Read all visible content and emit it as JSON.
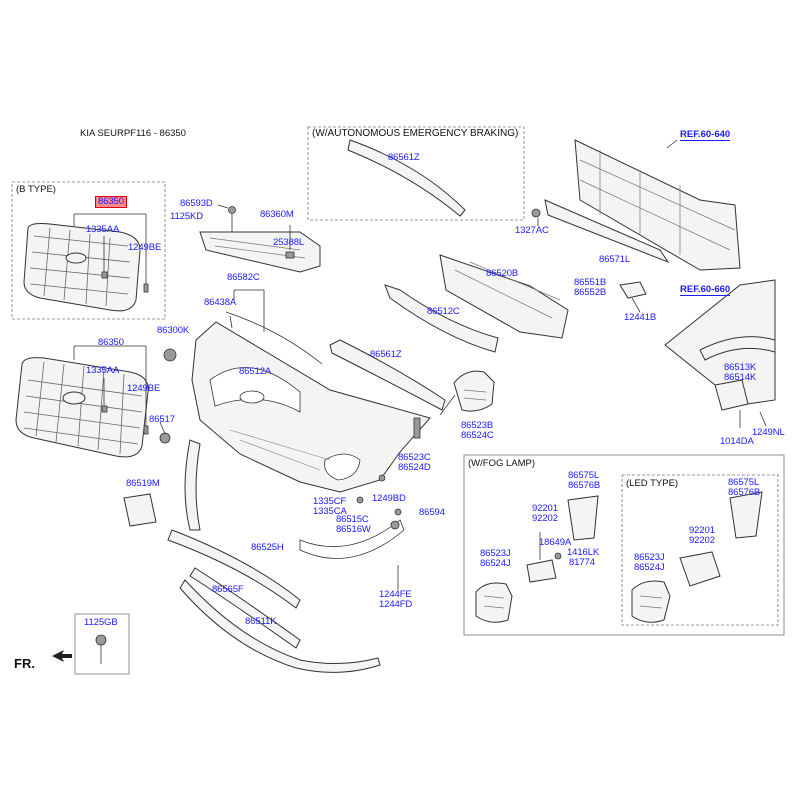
{
  "header": "KIA SEURPF116 - 86350",
  "groups": {
    "b_type": "(B TYPE)",
    "autonomous": "(W/AUTONOMOUS EMERGENCY BRAKING)",
    "fog_lamp": "(W/FOG LAMP)",
    "led_type": "(LED TYPE)"
  },
  "refs": {
    "ref1": "REF.60-640",
    "ref2": "REF.60-660"
  },
  "front_label": "FR.",
  "parts": {
    "p86350_b": "86350",
    "p1335AA_b": "1335AA",
    "p1249BE_b": "1249BE",
    "p86350": "86350",
    "p1335AA": "1335AA",
    "p1249BE": "1249BE",
    "p86593D": "86593D",
    "p1125KD": "1125KD",
    "p86360M": "86360M",
    "p25388L": "25388L",
    "p86582C": "86582C",
    "p86438A": "86438A",
    "p86300K": "86300K",
    "p86512A": "86512A",
    "p86517": "86517",
    "p86561Z_top": "86561Z",
    "p1327AC": "1327AC",
    "p86520B": "86520B",
    "p86512C": "86512C",
    "p86561Z": "86561Z",
    "p86571L": "86571L",
    "p86551B": "86551B",
    "p86552B": "86552B",
    "p12441B": "12441B",
    "p86523B": "86523B",
    "p86524C": "86524C",
    "p86523C": "86523C",
    "p86524D": "86524D",
    "p86513K": "86513K",
    "p86514K": "86514K",
    "p1014DA": "1014DA",
    "p1249NL": "1249NL",
    "p86519M": "86519M",
    "p1335CF": "1335CF",
    "p1335CA": "1335CA",
    "p1249BD": "1249BD",
    "p86515C": "86515C",
    "p86516W": "86516W",
    "p86594": "86594",
    "p86525H": "86525H",
    "p86565F": "86565F",
    "p1244FE": "1244FE",
    "p1244FD": "1244FD",
    "p86511K": "86511K",
    "p1125GB": "1125GB",
    "fog_86575L": "86575L",
    "fog_86576B": "86576B",
    "fog_92201": "92201",
    "fog_92202": "92202",
    "fog_18649A": "18649A",
    "fog_1416LK": "1416LK",
    "fog_81774": "81774",
    "fog_86523J": "86523J",
    "fog_86524J": "86524J",
    "led_86575L": "86575L",
    "led_86576B": "86576B",
    "led_92201": "92201",
    "led_92202": "92202",
    "led_86523J": "86523J",
    "led_86524J": "86524J"
  },
  "colors": {
    "label": "#1a1aff",
    "highlight": "#ff8a8a",
    "line": "#333333"
  }
}
